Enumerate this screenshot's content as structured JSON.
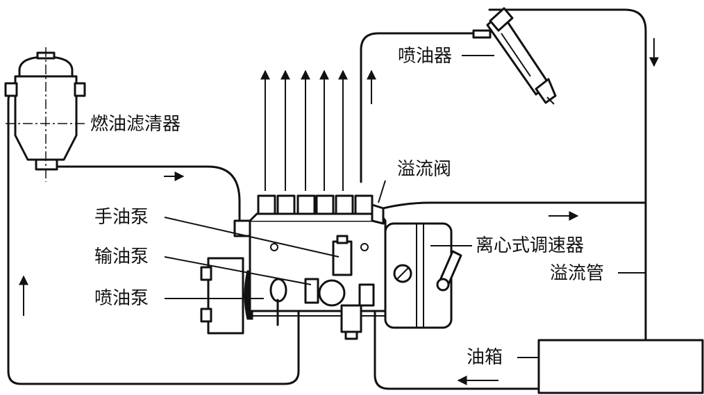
{
  "labels": {
    "fuel_filter": "燃油滤清器",
    "injector": "喷油器",
    "overflow_valve": "溢流阀",
    "hand_pump": "手油泵",
    "transfer_pump": "输油泵",
    "injection_pump": "喷油泵",
    "governor": "离心式调速器",
    "overflow_pipe": "溢流管",
    "fuel_tank": "油箱"
  },
  "colors": {
    "ink": "#111111",
    "background": "#ffffff"
  }
}
